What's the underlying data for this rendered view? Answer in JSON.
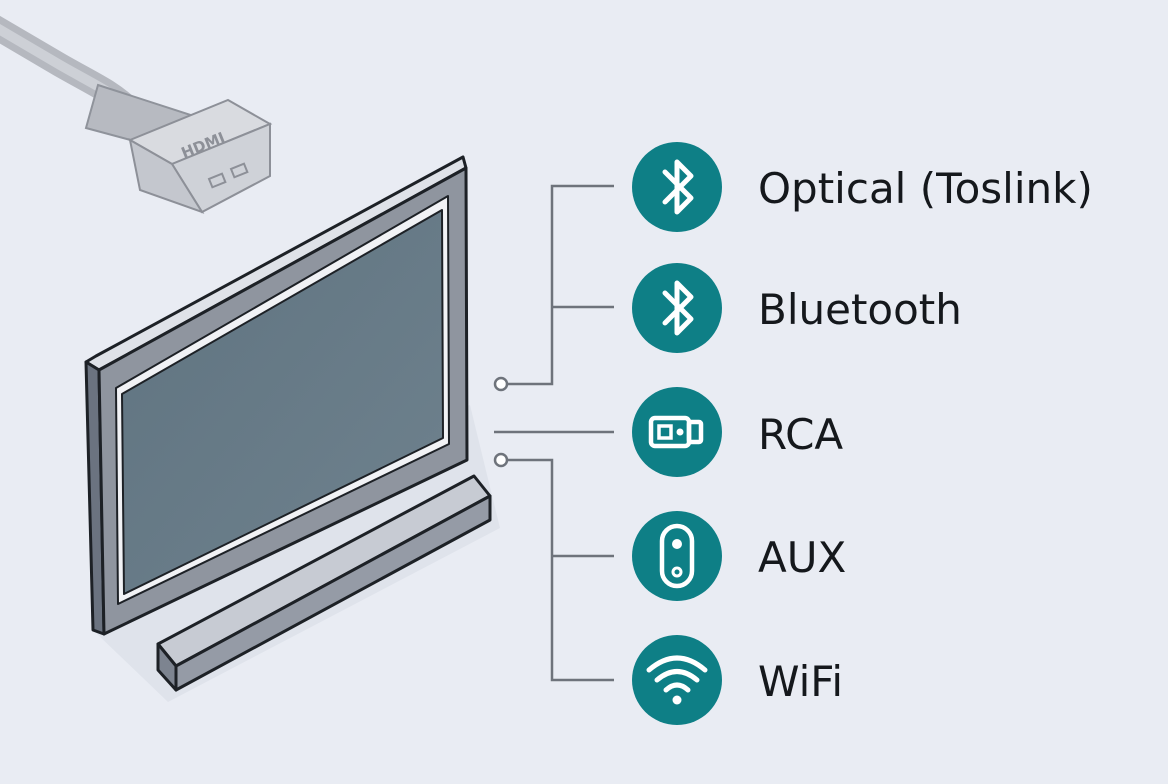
{
  "cable": {
    "plug_text": "HDMI"
  },
  "accent_color": "#0e7f86",
  "options": [
    {
      "label": "Optical (Toslink)",
      "icon": "bluetooth-icon"
    },
    {
      "label": "Bluetooth",
      "icon": "bluetooth-icon"
    },
    {
      "label": "RCA",
      "icon": "rca-connector-icon"
    },
    {
      "label": "AUX",
      "icon": "aux-jack-icon"
    },
    {
      "label": "WiFi",
      "icon": "wifi-icon"
    }
  ]
}
